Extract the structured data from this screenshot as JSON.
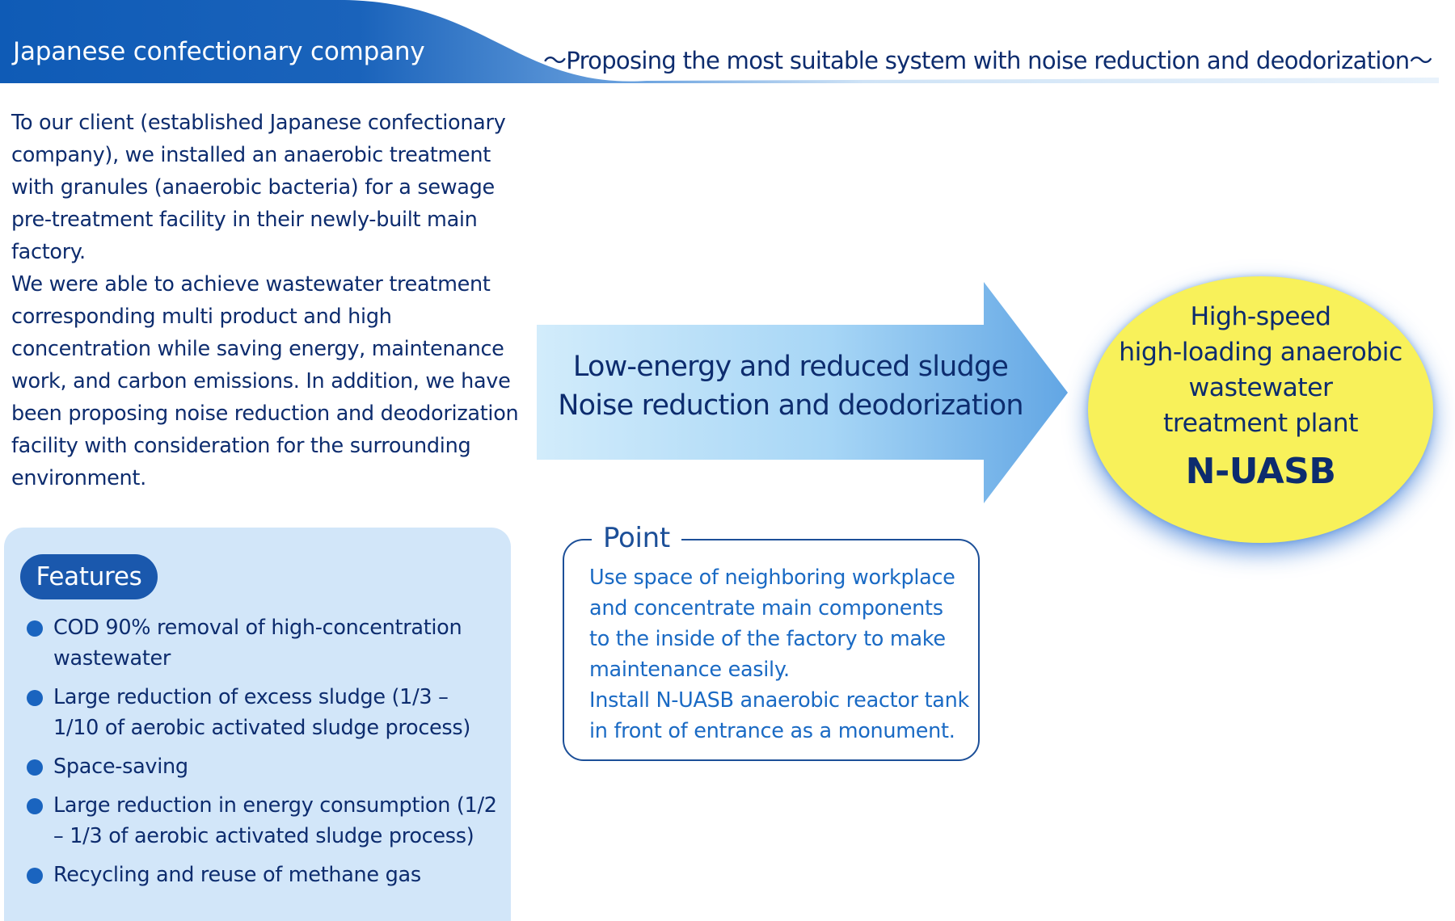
{
  "header": {
    "title": "Japanese confectionary company",
    "subtitle": "〜Proposing the most suitable system with noise reduction and deodorization〜"
  },
  "intro": {
    "paragraphs": [
      "To our client (established Japanese confectionary company), we installed an anaerobic treatment with granules (anaerobic bacteria) for a sewage pre-treatment facility in their newly-built main factory.",
      "We were able to achieve wastewater treatment corresponding multi product and high concentration while saving energy, maintenance work, and carbon emissions.  In addition, we have been proposing noise reduction and deodorization facility with consideration for the surrounding environment."
    ]
  },
  "features": {
    "label": "Features",
    "items": [
      "COD 90% removal of high-concentration wastewater",
      "Large reduction of excess sludge (1/3 – 1/10 of aerobic activated sludge process)",
      "Space-saving",
      "Large reduction in energy consumption (1/2 – 1/3 of aerobic activated sludge process)",
      "Recycling and reuse of methane gas"
    ]
  },
  "arrow": {
    "line1": "Low-energy and reduced sludge",
    "line2": "Noise reduction and deodorization"
  },
  "result": {
    "lines": [
      "High-speed",
      "high-loading anaerobic",
      "wastewater",
      "treatment plant"
    ],
    "brand": "N-UASB"
  },
  "point": {
    "label": "Point",
    "paragraphs": [
      "Use space of neighboring workplace and concentrate main components to the inside of the factory to make maintenance easily.",
      "Install N-UASB anaerobic reactor tank in front of entrance as a monument."
    ]
  },
  "colors": {
    "header_blue": "#1a58ad",
    "text_navy": "#0d2c6e",
    "point_blue": "#1a6ac4",
    "feature_panel": "#d2e6f9",
    "ellipse_yellow": "#f8f15a"
  }
}
